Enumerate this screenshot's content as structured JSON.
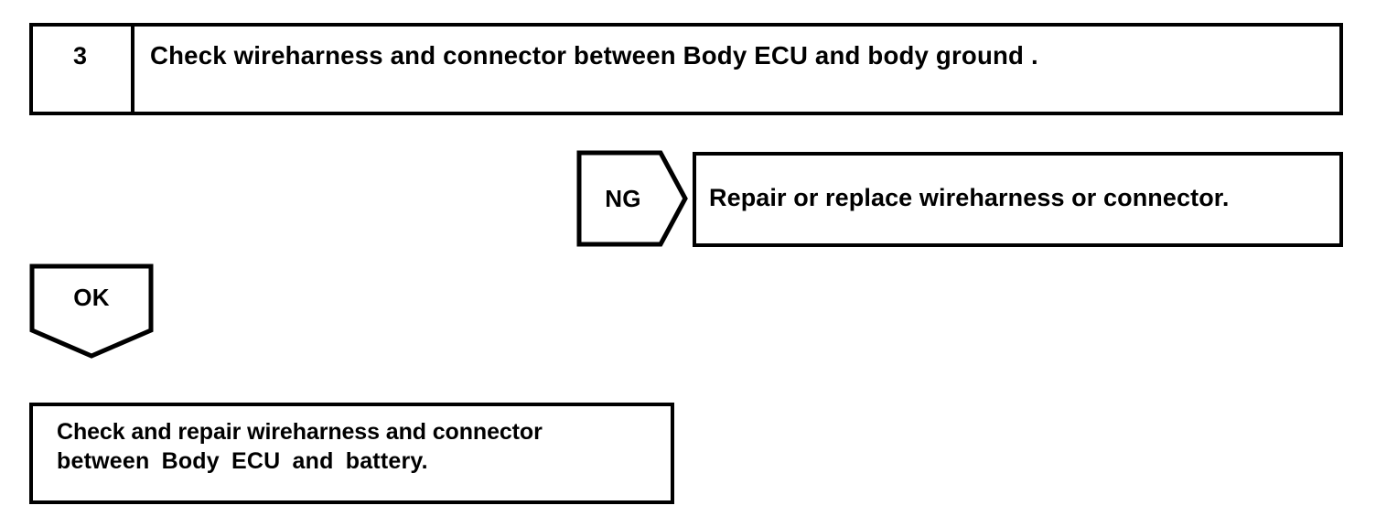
{
  "document": {
    "type": "troubleshooting-flowchart",
    "background_color": "#ffffff",
    "stroke_color": "#000000"
  },
  "step": {
    "number": "3",
    "instruction": "Check wireharness and connector between Body ECU and body ground ."
  },
  "branches": {
    "ng": {
      "label": "NG",
      "result": "Repair or replace wireharness or connector."
    },
    "ok": {
      "label": "OK",
      "result_line_1": "Check and repair wireharness and connector",
      "result_line_2": "between Body ECU and battery."
    }
  }
}
